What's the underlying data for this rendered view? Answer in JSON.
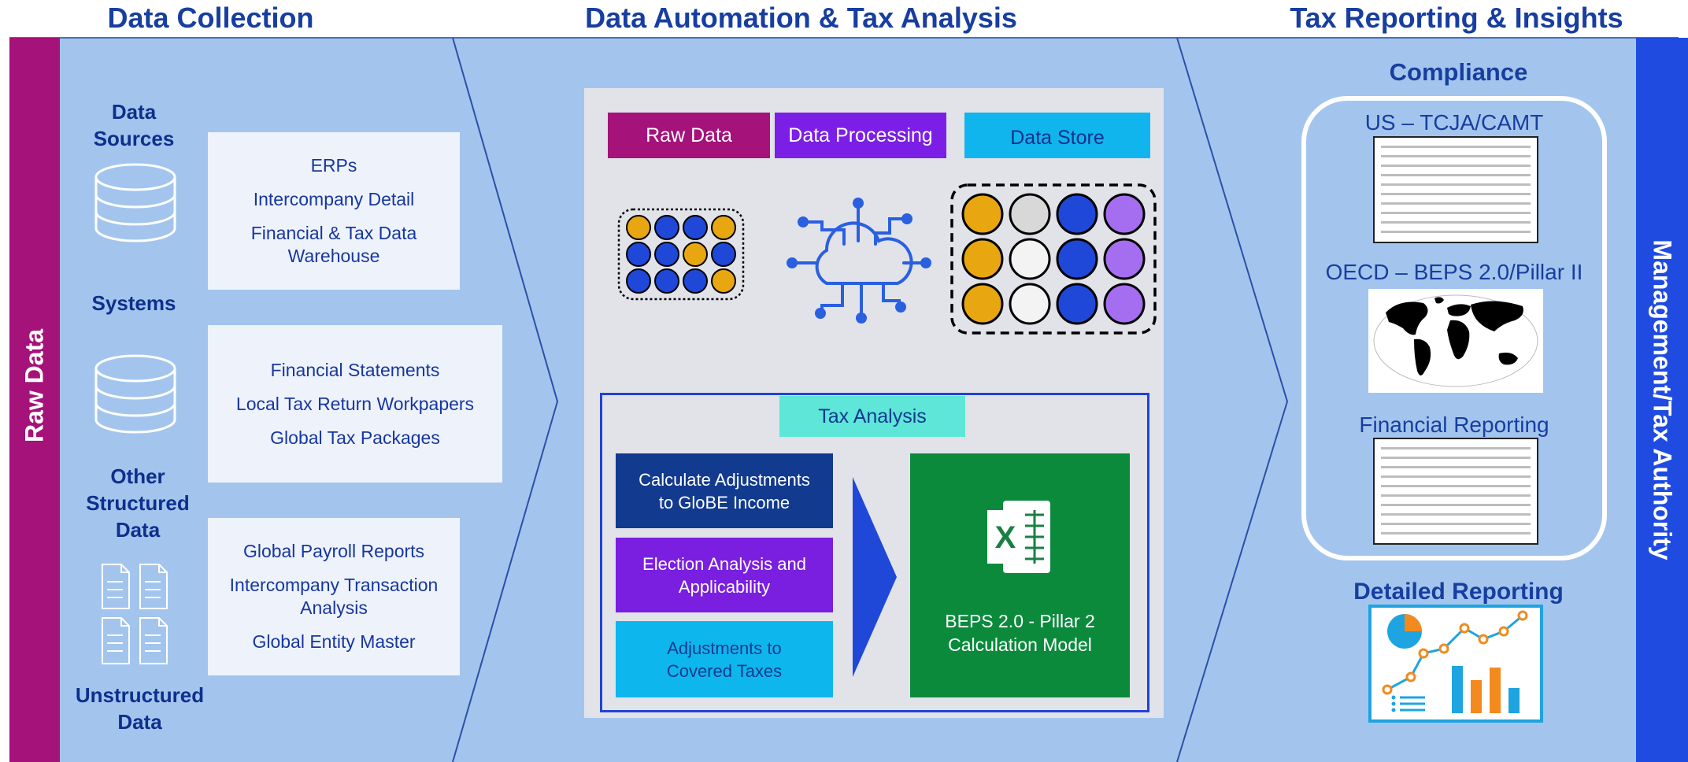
{
  "headers": {
    "collection": "Data Collection",
    "automation": "Data Automation & Tax Analysis",
    "reporting": "Tax Reporting & Insights"
  },
  "left_bar": "Raw Data",
  "right_bar": "Management/Tax Authority",
  "sources": {
    "data_sources": {
      "label_line1": "Data",
      "label_line2": "Sources",
      "items": [
        "ERPs",
        "Intercompany Detail",
        "Financial & Tax Data",
        "Warehouse"
      ]
    },
    "systems": {
      "label": "Systems",
      "items": [
        "Financial Statements",
        "Local Tax Return Workpapers",
        "Global Tax Packages"
      ]
    },
    "other": {
      "label_line1": "Other",
      "label_line2": "Structured",
      "label_line3": "Data",
      "items": [
        "Global Payroll Reports",
        "Intercompany Transaction",
        "Analysis",
        "Global Entity Master"
      ]
    },
    "unstructured": {
      "label_line1": "Unstructured",
      "label_line2": "Data"
    }
  },
  "pipeline": {
    "raw_data": "Raw Data",
    "data_processing": "Data Processing",
    "data_store": "Data Store",
    "tax_analysis": "Tax Analysis",
    "steps": [
      {
        "line1": "Calculate Adjustments",
        "line2": "to GloBE Income"
      },
      {
        "line1": "Election Analysis and",
        "line2": "Applicability"
      },
      {
        "line1": "Adjustments to",
        "line2": "Covered Taxes"
      }
    ],
    "model_line1": "BEPS 2.0 - Pillar 2",
    "model_line2": "Calculation Model",
    "excel_letter": "X"
  },
  "reporting": {
    "compliance": "Compliance",
    "items": [
      "US – TCJA/CAMT",
      "OECD – BEPS 2.0/Pillar II",
      "Financial Reporting"
    ],
    "detailed": "Detailed Reporting"
  },
  "colors": {
    "raw_data": "#a4127a",
    "data_processing": "#7b1fe6",
    "data_store": "#11b5ee",
    "tax_analysis": "#5ee6d8",
    "step1": "#123a8e",
    "step2": "#7a1fe0",
    "step3": "#0eb6ee",
    "model": "#0b8a3c",
    "right_bar": "#1f4be0",
    "panel": "#a3c5ed"
  },
  "icons": [
    "database-icon",
    "document-icon",
    "cloud-network-icon",
    "excel-icon",
    "world-map-icon",
    "dashboard-chart-icon"
  ]
}
